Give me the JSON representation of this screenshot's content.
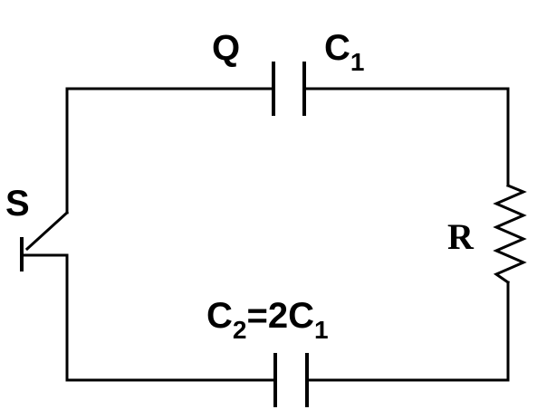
{
  "labels": {
    "switch": "S",
    "charge": "Q",
    "capacitor1": {
      "main": "C",
      "sub": "1"
    },
    "capacitor2": {
      "main": "C",
      "sub": "2",
      "eq": "=2C",
      "sub2": "1"
    },
    "resistor": "R"
  },
  "colors": {
    "stroke": "#000000",
    "background": "#ffffff"
  }
}
